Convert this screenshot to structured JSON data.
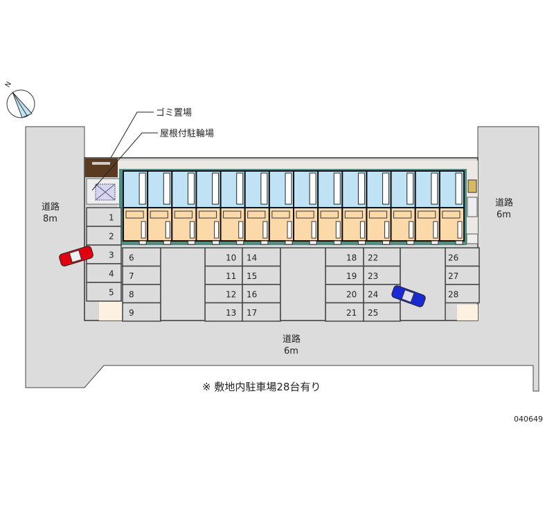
{
  "labels": {
    "garbage": "ゴミ置場",
    "bicycle": "屋根付駐輪場",
    "road_left_name": "道路",
    "road_left_width": "8m",
    "road_right_name": "道路",
    "road_right_width": "6m",
    "road_bottom_name": "道路",
    "road_bottom_width": "6m",
    "note": "※ 敷地内駐車場28台有り",
    "code": "040649",
    "compass": "N"
  },
  "parking": {
    "left": [
      "1",
      "2",
      "3",
      "4",
      "5"
    ],
    "col_a": [
      "6",
      "7",
      "8",
      "9"
    ],
    "col_b": [
      "10",
      "11",
      "12",
      "13"
    ],
    "col_c": [
      "14",
      "15",
      "16",
      "17"
    ],
    "col_d": [
      "18",
      "19",
      "20",
      "21"
    ],
    "col_e": [
      "22",
      "23",
      "24",
      "25"
    ],
    "col_f": [
      "26",
      "27",
      "28"
    ]
  },
  "building": {
    "units": 14
  },
  "colors": {
    "road": "#dcdcdc",
    "unit_top": "#bfe3f5",
    "unit_bottom": "#fcd9a8",
    "car_red": "#e00010",
    "car_blue": "#1a2ad0"
  }
}
